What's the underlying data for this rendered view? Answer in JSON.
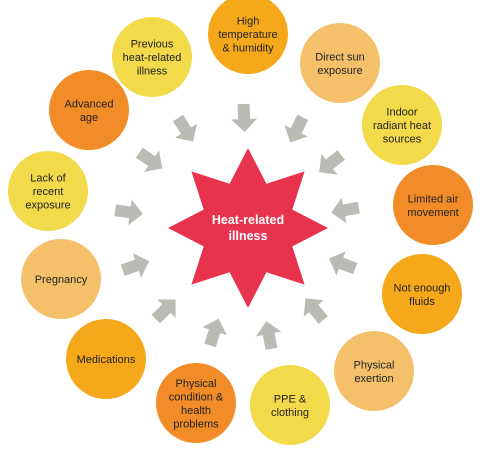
{
  "center": {
    "lines": [
      "Heat-related",
      "illness"
    ],
    "color": "#e8334f"
  },
  "arrow_color": "#b9bcb4",
  "colors": {
    "orange": "#f28c28",
    "amber": "#f5a81a",
    "peach": "#f4c06a",
    "yellow": "#f2da4a"
  },
  "factors": [
    {
      "id": "high-temperature-humidity",
      "lines": [
        "High",
        "temperature",
        "& humidity"
      ],
      "color": "amber"
    },
    {
      "id": "direct-sun-exposure",
      "lines": [
        "Direct sun",
        "exposure"
      ],
      "color": "peach"
    },
    {
      "id": "indoor-radiant-heat-sources",
      "lines": [
        "Indoor",
        "radiant heat",
        "sources"
      ],
      "color": "yellow"
    },
    {
      "id": "limited-air-movement",
      "lines": [
        "Limited air",
        "movement"
      ],
      "color": "orange"
    },
    {
      "id": "not-enough-fluids",
      "lines": [
        "Not enough",
        "fluids"
      ],
      "color": "amber"
    },
    {
      "id": "physical-exertion",
      "lines": [
        "Physical",
        "exertion"
      ],
      "color": "peach"
    },
    {
      "id": "ppe-clothing",
      "lines": [
        "PPE &",
        "clothing"
      ],
      "color": "yellow"
    },
    {
      "id": "physical-condition-health-problems",
      "lines": [
        "Physical",
        "condition &",
        "health",
        "problems"
      ],
      "color": "orange"
    },
    {
      "id": "medications",
      "lines": [
        "Medications"
      ],
      "color": "amber"
    },
    {
      "id": "pregnancy",
      "lines": [
        "Pregnancy"
      ],
      "color": "peach"
    },
    {
      "id": "lack-of-recent-exposure",
      "lines": [
        "Lack of",
        "recent",
        "exposure"
      ],
      "color": "yellow"
    },
    {
      "id": "advanced-age",
      "lines": [
        "Advanced",
        "age"
      ],
      "color": "orange"
    },
    {
      "id": "previous-heat-related-illness",
      "lines": [
        "Previous",
        "heat-related",
        "illness"
      ],
      "color": "yellow"
    }
  ]
}
